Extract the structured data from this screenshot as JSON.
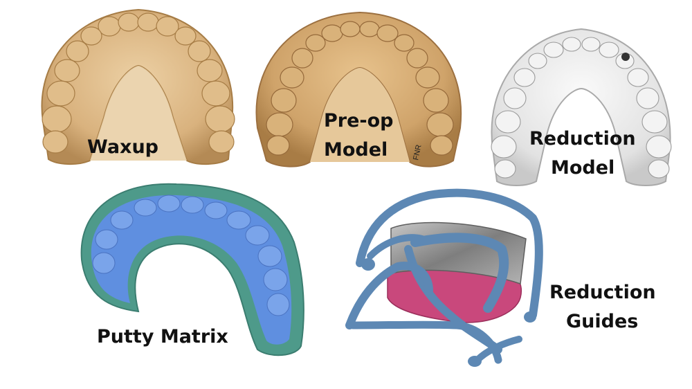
{
  "labels": {
    "waxup": "Waxup",
    "preop_line1": "Pre-op",
    "preop_line2": "Model",
    "reduction_model_line1": "Reduction",
    "reduction_model_line2": "Model",
    "putty_matrix": "Putty Matrix",
    "reduction_guides_line1": "Reduction",
    "reduction_guides_line2": "Guides",
    "model_initials": "FNR"
  },
  "colors": {
    "background": "#ffffff",
    "stone_cast": "#d9b27e",
    "stone_shadow": "#a67c45",
    "reduction_stone": "#e8e8e8",
    "putty_blue": "#5f8fe0",
    "putty_border": "#4e9a8a",
    "guide_blue": "#5d88b4",
    "metal": "#8f8f8f",
    "wax_pink": "#c9487c"
  }
}
